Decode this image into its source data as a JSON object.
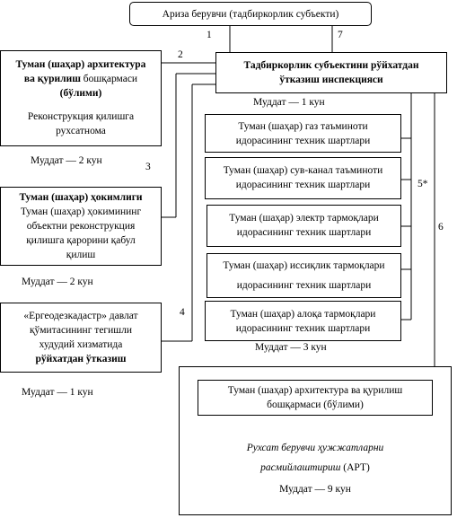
{
  "applicant": "Ариза берувчи (тадбиркорлик субъекти)",
  "inspection": {
    "line1": "Тадбиркорлик субъектини рўйхатдан",
    "line2": "ўтказиш инспекцияси"
  },
  "architecture_left": {
    "title1": "Туман (шаҳар) архитектура",
    "title2a": "ва қурилиш",
    "title2b": " бошқармаси",
    "title3": "(бўлими)",
    "body1": "Реконструкция қилишга",
    "body2": "рухсатнома"
  },
  "khokimiyat": {
    "title": "Туман (шаҳар) ҳокимлиги",
    "body1": "Туман (шаҳар) ҳокимининг",
    "body2": "объектни реконструкция",
    "body3": "қилишга қарорини қабул",
    "body4": "қилиш"
  },
  "cadastre": {
    "line1": "«Ергеодезкадастр» давлат",
    "line2": "қўмитасининг тегишли",
    "line3": "худудий хизматида",
    "line4": "рўйхатдан ўтказиш"
  },
  "services": [
    {
      "line1": "Туман (шаҳар) газ таъминоти",
      "line2": "идорасининг техник шартлари"
    },
    {
      "line1": "Туман (шаҳар) сув-канал таъминоти",
      "line2": "идорасининг техник шартлари"
    },
    {
      "line1": "Туман (шаҳар) электр тармоқлари",
      "line2": "идорасининг техник шартлари"
    },
    {
      "line1": "Туман (шаҳар) иссиқлик тармоқлари",
      "line2": "идорасининг техник шартлари"
    },
    {
      "line1": "Туман (шаҳар) алоқа тармоқлари",
      "line2": "идорасининг техник шартлари"
    }
  ],
  "architecture_bottom": {
    "inner1": "Туман (шаҳар) архитектура ва қурилиш",
    "inner2": "бошқармаси (бўлими)",
    "body1": "Рухсат берувчи ҳужжатларни",
    "body2a": "расмийлаштириш",
    "body2b": " (АРТ)",
    "term": "Муддат —  9  кун"
  },
  "terms": {
    "t1": "Муддат — 1 кун",
    "t2a": "Муддат — 2 кун",
    "t2b": "Муддат — 2 кун",
    "t3": "Муддат — 3 кун",
    "t1b": "Муддат — 1 кун"
  },
  "steps": {
    "s1": "1",
    "s2": "2",
    "s3": "3",
    "s4": "4",
    "s5": "5*",
    "s6": "6",
    "s7": "7"
  }
}
